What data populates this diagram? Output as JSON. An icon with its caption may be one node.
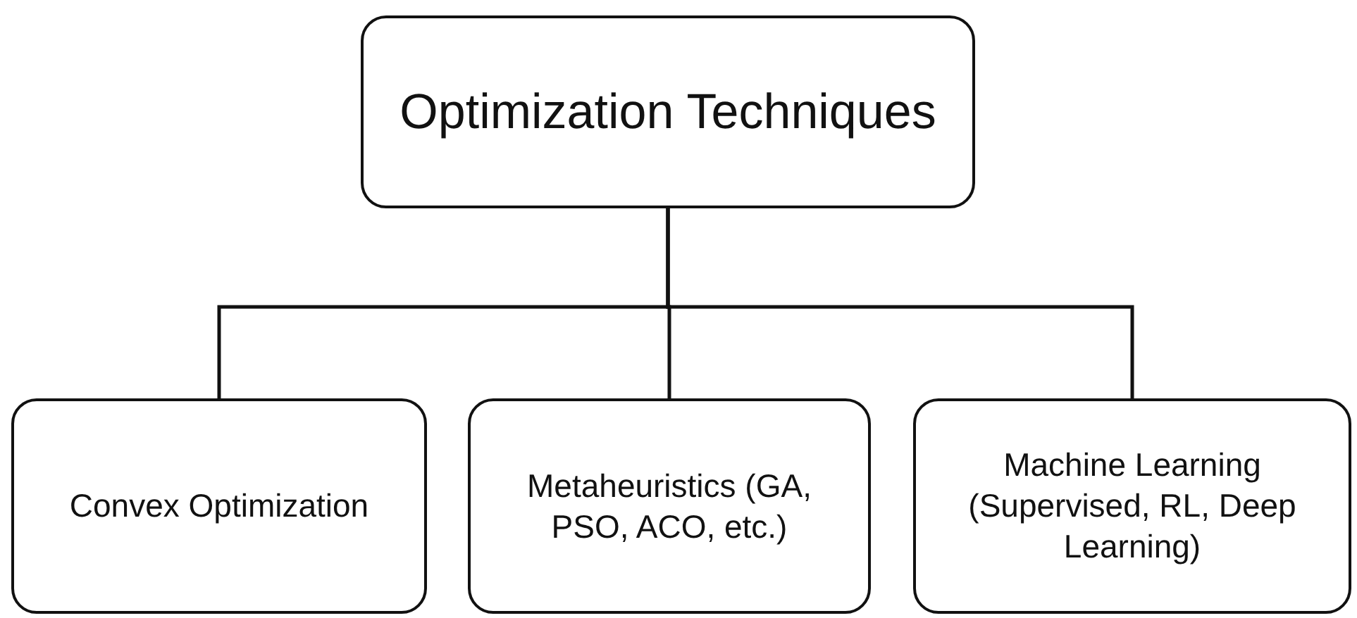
{
  "diagram": {
    "nodes": [
      {
        "text": [
          "Optimization Techniques"
        ]
      },
      {
        "text": [
          "Convex Optimization"
        ]
      },
      {
        "text": [
          "Metaheuristics (GA, PSO, ACO, etc.)"
        ]
      },
      {
        "text": [
          "Machine Learning (Supervised, RL, Deep Learning)"
        ]
      }
    ],
    "edges": [
      {
        "from": 0,
        "to": 1,
        "arrow": "none"
      },
      {
        "from": 0,
        "to": 2,
        "arrow": "none"
      },
      {
        "from": 0,
        "to": 3,
        "arrow": "none"
      }
    ]
  }
}
